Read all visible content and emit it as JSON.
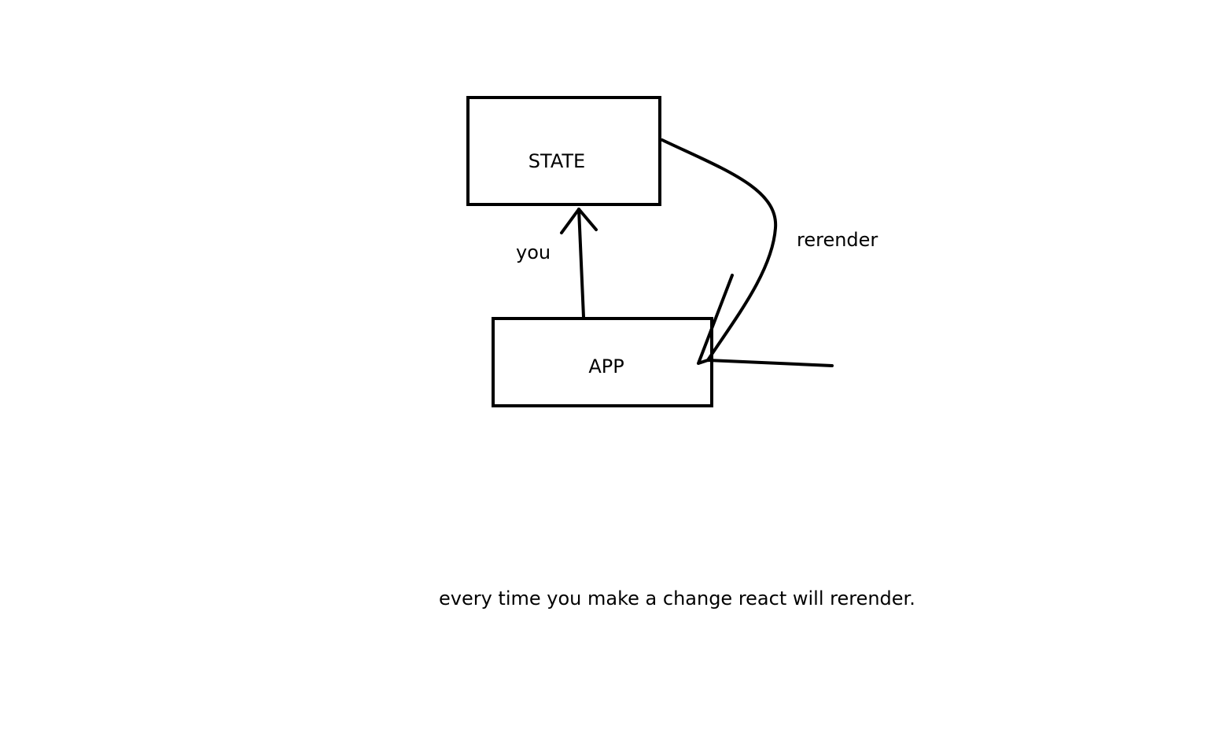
{
  "diagram": {
    "nodes": [
      {
        "id": "state",
        "label": "STATE"
      },
      {
        "id": "app",
        "label": "APP"
      }
    ],
    "edges": [
      {
        "from": "app",
        "to": "state",
        "label": "you"
      },
      {
        "from": "state",
        "to": "app",
        "label": "rerender"
      }
    ],
    "caption": "every time you make a change react will rerender.",
    "stroke_color": "#000000",
    "background_color": "#ffffff"
  }
}
